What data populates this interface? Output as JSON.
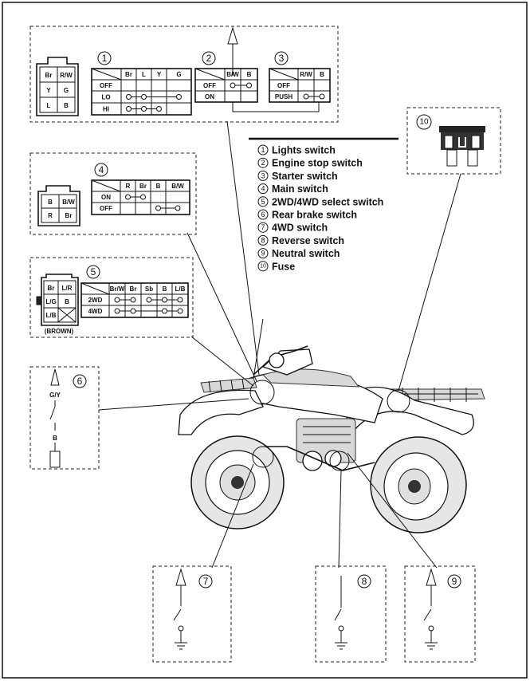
{
  "connector_light": {
    "cells": [
      "Br",
      "R/W",
      "Y",
      "G",
      "L",
      "B"
    ]
  },
  "switch_lights": {
    "number": "1",
    "headers": [
      "Br",
      "L",
      "Y",
      "G"
    ],
    "rows": [
      {
        "label": "OFF",
        "connects": []
      },
      {
        "label": "LO",
        "connects": [
          "Br",
          "L",
          "G"
        ]
      },
      {
        "label": "HI",
        "connects": [
          "Br",
          "L",
          "Y"
        ]
      }
    ]
  },
  "switch_engine_stop": {
    "number": "2",
    "headers": [
      "B/W",
      "B"
    ],
    "rows": [
      {
        "label": "OFF",
        "connects": [
          "B/W",
          "B"
        ]
      },
      {
        "label": "ON",
        "connects": []
      }
    ]
  },
  "switch_starter": {
    "number": "3",
    "headers": [
      "R/W",
      "B"
    ],
    "rows": [
      {
        "label": "OFF",
        "connects": []
      },
      {
        "label": "PUSH",
        "connects": [
          "R/W",
          "B"
        ]
      }
    ]
  },
  "fuse": {
    "number": "10"
  },
  "legend": {
    "items": [
      {
        "num": "1",
        "label": "Lights switch"
      },
      {
        "num": "2",
        "label": "Engine stop switch"
      },
      {
        "num": "3",
        "label": "Starter switch"
      },
      {
        "num": "4",
        "label": "Main switch"
      },
      {
        "num": "5",
        "label": "2WD/4WD select switch"
      },
      {
        "num": "6",
        "label": "Rear brake switch"
      },
      {
        "num": "7",
        "label": "4WD switch"
      },
      {
        "num": "8",
        "label": "Reverse switch"
      },
      {
        "num": "9",
        "label": "Neutral switch"
      },
      {
        "num": "10",
        "label": "Fuse"
      }
    ]
  },
  "connector_main": {
    "cells": [
      "B",
      "B/W",
      "R",
      "Br"
    ]
  },
  "switch_main": {
    "number": "4",
    "headers": [
      "R",
      "Br",
      "B",
      "B/W"
    ],
    "rows": [
      {
        "label": "ON",
        "connects": [
          "R",
          "Br"
        ]
      },
      {
        "label": "OFF",
        "connects": [
          "B",
          "B/W"
        ]
      }
    ]
  },
  "connector_select": {
    "cells": [
      "Br",
      "L/R",
      "L/G",
      "B",
      "L/B",
      ""
    ],
    "caption": "(BROWN)"
  },
  "switch_select": {
    "number": "5",
    "headers": [
      "Br/W",
      "Br",
      "Sb",
      "B",
      "L/B"
    ],
    "rows": [
      {
        "label": "2WD",
        "connects": [
          "Br/W",
          "Br",
          "Sb",
          "B",
          "L/B"
        ]
      },
      {
        "label": "4WD",
        "connects": [
          "Br/W",
          "Br",
          "B",
          "L/B"
        ]
      }
    ]
  },
  "rear_brake": {
    "number": "6",
    "wire_top": "G/Y",
    "wire_bottom": "B"
  },
  "four_wd": {
    "number": "7"
  },
  "reverse": {
    "number": "8"
  },
  "neutral": {
    "number": "9"
  }
}
